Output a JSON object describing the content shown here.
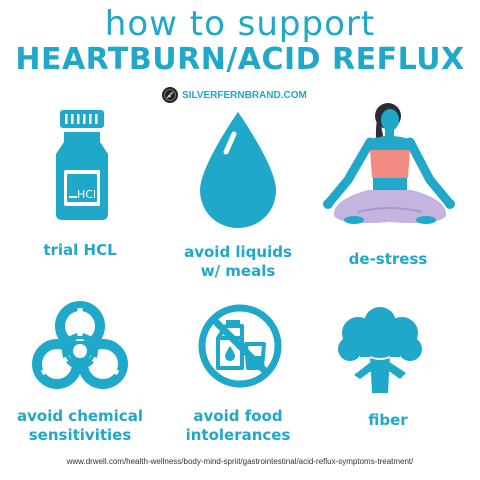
{
  "header": {
    "title_script": "how to support",
    "title_main": "HEARTBURN/ACID REFLUX",
    "brand": "SILVERFERNBRAND.COM"
  },
  "items": [
    {
      "label_line1": "trial HCL",
      "label_line2": "",
      "icon": "medicine-bottle-icon",
      "icon_text": "HCl"
    },
    {
      "label_line1": "avoid liquids",
      "label_line2": "w/ meals",
      "icon": "water-drop-icon"
    },
    {
      "label_line1": "de-stress",
      "label_line2": "",
      "icon": "meditation-icon"
    },
    {
      "label_line1": "avoid chemical",
      "label_line2": "sensitivities",
      "icon": "biohazard-icon"
    },
    {
      "label_line1": "avoid food",
      "label_line2": "intolerances",
      "icon": "no-food-icon"
    },
    {
      "label_line1": "fiber",
      "label_line2": "",
      "icon": "broccoli-icon"
    }
  ],
  "footer": {
    "url": "www.drwell.com/health-wellness/body-mind-spriit/gastrointestinal/acid-reflux-symptoms-treatment/"
  },
  "colors": {
    "accent": "#1fa8c9",
    "top_pink": "#f28b82",
    "pants_lavender": "#c4b5e0",
    "hair": "#2c2c3a"
  }
}
